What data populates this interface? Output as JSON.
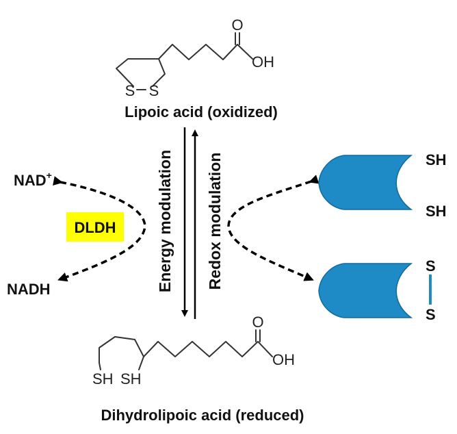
{
  "top_molecule": {
    "caption": "Lipoic acid (oxidized)",
    "ring_atoms": [
      "S",
      "S"
    ],
    "carbonyl_o": "O",
    "hydroxyl": "OH"
  },
  "bottom_molecule": {
    "caption": "Dihydrolipoic acid (reduced)",
    "thiols": [
      "SH",
      "SH"
    ],
    "carbonyl_o": "O",
    "hydroxyl": "OH"
  },
  "left_path": {
    "oxidized_cofactor": "NAD",
    "oxidized_cofactor_charge": "+",
    "reduced_cofactor": "NADH",
    "enzyme": "DLDH",
    "enzyme_color": "#ffff00"
  },
  "center": {
    "energy_label": "Energy modulation",
    "energy_color": "#0d1f6e",
    "redox_label": "Redox modulation",
    "redox_color": "#ff1a1a"
  },
  "right_path": {
    "reduced_thiols": [
      "SH",
      "SH"
    ],
    "disulfide_atoms": [
      "S",
      "S"
    ],
    "protein_color": "#1f8bc6",
    "disulfide_bond_color": "#1f8bc6"
  }
}
